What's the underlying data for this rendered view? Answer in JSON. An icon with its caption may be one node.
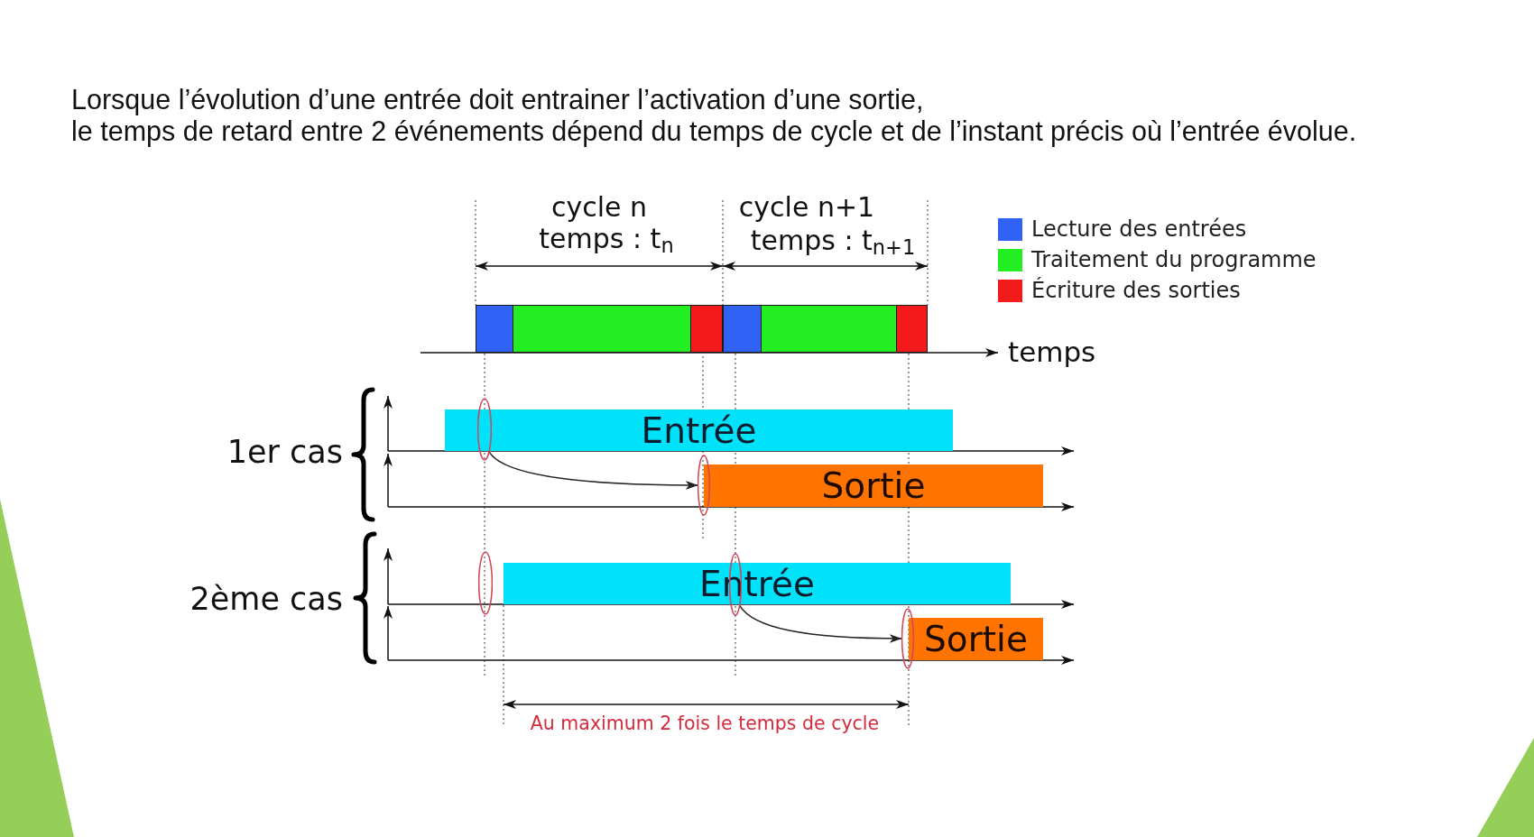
{
  "diagram": {
    "nodes": [
      {
        "text": [],
        "shape": "bar"
      },
      {
        "text": [],
        "shape": "bar"
      },
      {
        "text": [],
        "shape": "bar"
      },
      {
        "text": [],
        "shape": "bar"
      },
      {
        "text": [],
        "shape": "bar"
      },
      {
        "text": [],
        "shape": "bar"
      },
      {
        "text": [
          "Entrée"
        ]
      },
      {
        "text": [],
        "shape": "ellipse"
      },
      {
        "text": [
          "Sortie"
        ]
      },
      {
        "text": [],
        "shape": "ellipse"
      },
      {
        "text": [
          "Entrée"
        ]
      },
      {
        "text": [],
        "shape": "ellipse"
      },
      {
        "text": [],
        "shape": "ellipse"
      },
      {
        "text": [
          "Sortie"
        ]
      },
      {
        "text": [],
        "shape": "ellipse"
      }
    ],
    "edges": [
      {
        "from": 7,
        "to": 9,
        "arrow": "to"
      },
      {
        "from": 12,
        "to": 14,
        "arrow": "to"
      }
    ],
    "labels": [
      "Lorsque l’évolution d’une entrée doit entrainer l’activation d’une sortie,",
      "le temps de retard entre 2 événements dépend du temps de cycle et de l’instant précis où l’entrée évolue.",
      "cycle n",
      "temps : t$_{n}$",
      "cycle n+1",
      "temps : t$_{n+1}$",
      "temps",
      "1er cas",
      "2ème cas",
      "Au maximum 2 fois le temps de cycle"
    ],
    "legend": [
      {
        "text": "Lecture des entrées",
        "color": "#2f62f5"
      },
      {
        "text": "Traitement du programme",
        "color": "#22ee22"
      },
      {
        "text": "Écriture des sorties",
        "color": "#f21a1a"
      }
    ]
  }
}
